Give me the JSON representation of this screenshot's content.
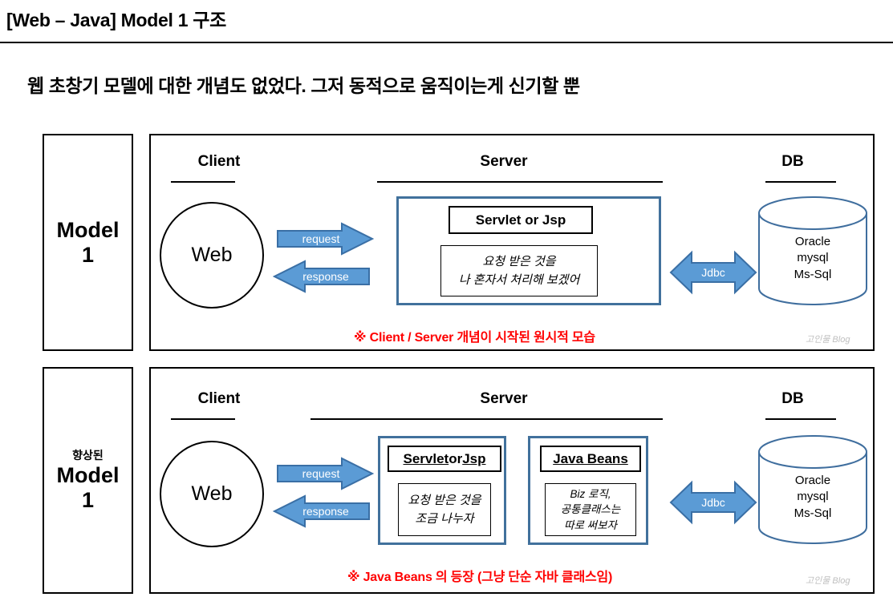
{
  "header": {
    "title": "[Web – Java] Model 1 구조",
    "subtitle": "웹 초창기 모델에 대한 개념도 없었다. 그저 동적으로 움직이는게 신기할 뿐"
  },
  "panel1": {
    "label": {
      "sub": "",
      "main_line1": "Model",
      "main_line2": "1"
    },
    "headings": {
      "client": "Client",
      "server": "Server",
      "db": "DB"
    },
    "client_node": "Web",
    "arrows": {
      "request": "request",
      "response": "response",
      "jdbc": "Jdbc"
    },
    "server": {
      "head": "Servlet or Jsp",
      "body_line1": "요청 받은 것을",
      "body_line2": "나 혼자서 처리해 보겠어"
    },
    "db": {
      "line1": "Oracle",
      "line2": "mysql",
      "line3": "Ms-Sql"
    },
    "note": "※ Client / Server 개념이 시작된 원시적 모습",
    "watermark": "고인물 Blog"
  },
  "panel2": {
    "label": {
      "sub": "향상된",
      "main_line1": "Model",
      "main_line2": "1"
    },
    "headings": {
      "client": "Client",
      "server": "Server",
      "db": "DB"
    },
    "client_node": "Web",
    "arrows": {
      "request": "request",
      "response": "response",
      "jdbc": "Jdbc"
    },
    "servlet": {
      "head_part1": "Servlet",
      "head_mid": " or ",
      "head_part2": "Jsp",
      "body_line1": "요청 받은 것을",
      "body_line2": "조금 나누자"
    },
    "beans": {
      "head": "Java Beans",
      "body_line1": "Biz 로직,",
      "body_line2": "공통클래스는",
      "body_line3": "따로 써보자"
    },
    "db": {
      "line1": "Oracle",
      "line2": "mysql",
      "line3": "Ms-Sql"
    },
    "note": "※ Java Beans 의 등장 (그냥 단순 자바 클래스임)",
    "watermark": "고인물 Blog"
  },
  "colors": {
    "arrow_fill": "#5B9BD5",
    "arrow_stroke": "#3A6FA5",
    "container_border": "#41719C",
    "db_stroke": "#3F6E9E",
    "note_red": "#FF0000",
    "watermark_gray": "#BFBFBF"
  }
}
